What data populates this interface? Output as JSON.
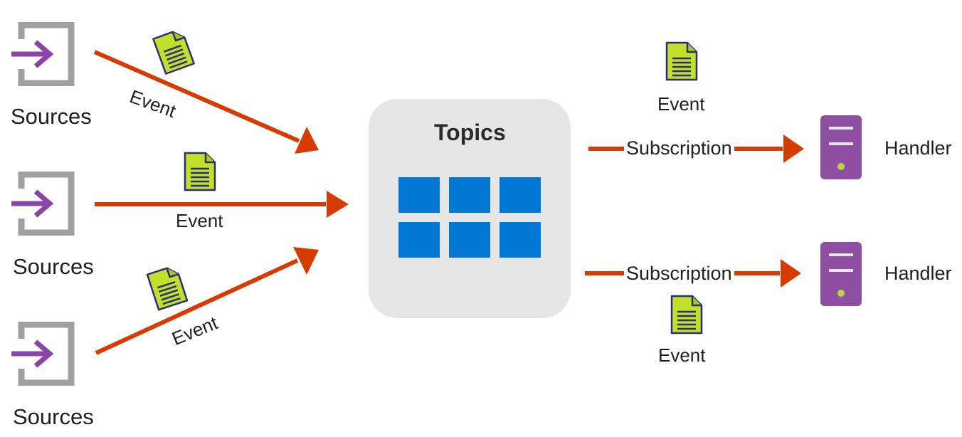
{
  "sources": [
    {
      "label": "Sources"
    },
    {
      "label": "Sources"
    },
    {
      "label": "Sources"
    }
  ],
  "inbound_events": [
    {
      "label": "Event"
    },
    {
      "label": "Event"
    },
    {
      "label": "Event"
    }
  ],
  "topics": {
    "title": "Topics"
  },
  "subscriptions": [
    {
      "label": "Subscription",
      "event_label": "Event",
      "handler_label": "Handler"
    },
    {
      "label": "Subscription",
      "event_label": "Event",
      "handler_label": "Handler"
    }
  ],
  "colors": {
    "arrow": "#d83b01",
    "source_frame": "#a0a0a0",
    "source_arrow": "#8a44a8",
    "document_fill": "#c2df2a",
    "document_outline": "#2a2f7a",
    "topic_tile": "#0078d4",
    "topics_box": "#e6e6e6",
    "handler": "#8e4fa3",
    "handler_led": "#b6d63b"
  },
  "icons": {
    "source": "import-arrow-icon",
    "event": "document-icon",
    "handler": "server-icon"
  }
}
